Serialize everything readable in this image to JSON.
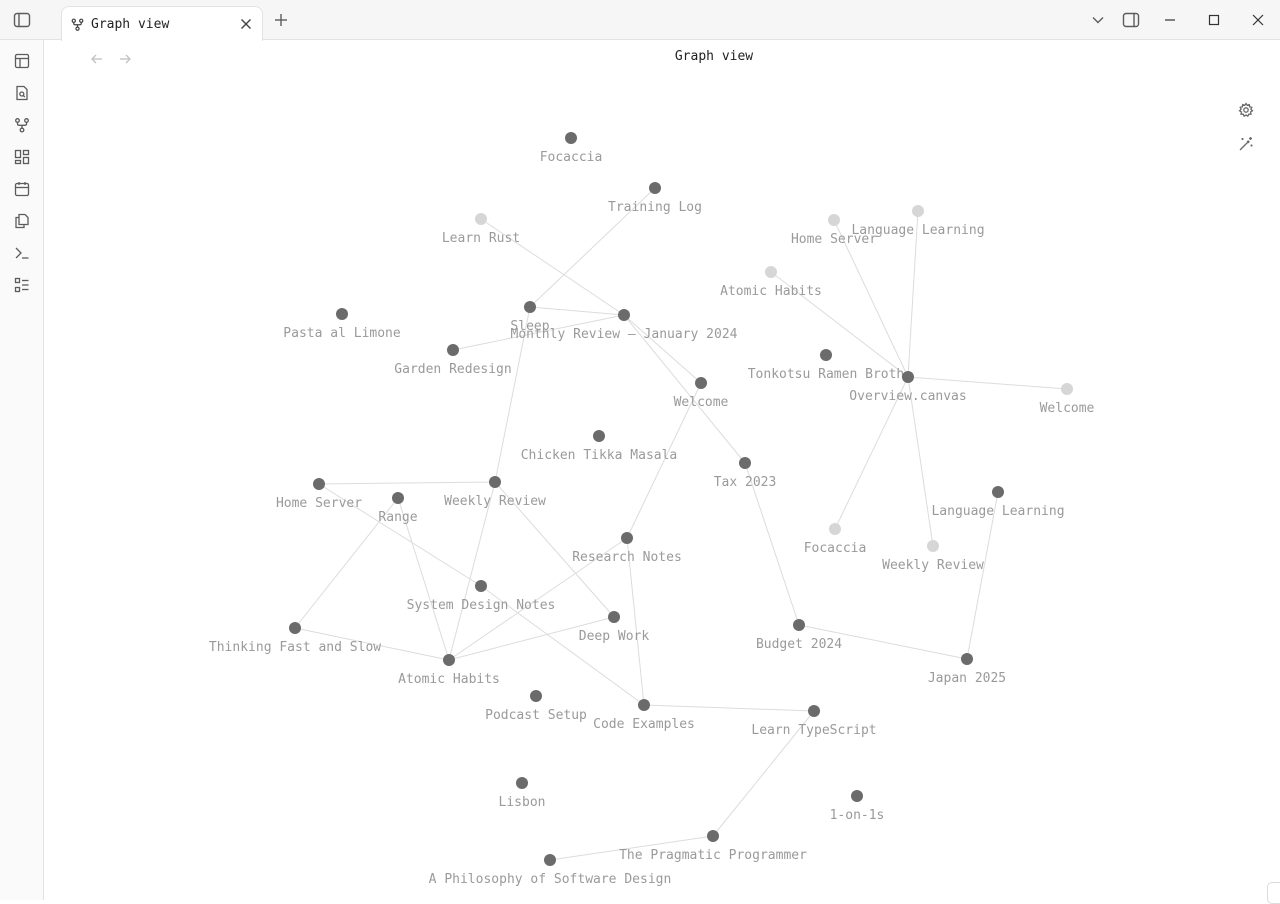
{
  "tab": {
    "label": "Graph view",
    "icon": "git-fork-icon"
  },
  "view": {
    "title": "Graph view"
  },
  "ribbon": {
    "items": [
      {
        "name": "ribbon-layout-icon"
      },
      {
        "name": "ribbon-file-search-icon"
      },
      {
        "name": "ribbon-graph-icon"
      },
      {
        "name": "ribbon-dashboard-icon"
      },
      {
        "name": "ribbon-calendar-icon"
      },
      {
        "name": "ribbon-copy-files-icon"
      },
      {
        "name": "ribbon-terminal-icon"
      },
      {
        "name": "ribbon-list-icon"
      }
    ]
  },
  "colors": {
    "node": "#6b6b6b",
    "node_faded": "#d6d6d6",
    "edge": "#dcdcdc",
    "label": "#9a9a9a"
  },
  "graph": {
    "nodes": [
      {
        "label": "Focaccia"
      },
      {
        "label": "Training Log"
      },
      {
        "label": "Learn Rust",
        "faded": true
      },
      {
        "label": "Home Server",
        "faded": true
      },
      {
        "label": "Language Learning",
        "faded": true
      },
      {
        "label": "Atomic Habits",
        "faded": true
      },
      {
        "label": "Sleep"
      },
      {
        "label": "Monthly Review — January 2024"
      },
      {
        "label": "Pasta al Limone"
      },
      {
        "label": "Garden Redesign"
      },
      {
        "label": "Tonkotsu Ramen Broth"
      },
      {
        "label": "Overview.canvas"
      },
      {
        "label": "Welcome"
      },
      {
        "label": "Welcome",
        "faded": true
      },
      {
        "label": "Chicken Tikka Masala"
      },
      {
        "label": "Tax 2023"
      },
      {
        "label": "Home Server"
      },
      {
        "label": "Range"
      },
      {
        "label": "Weekly Review"
      },
      {
        "label": "Language Learning"
      },
      {
        "label": "Focaccia",
        "faded": true
      },
      {
        "label": "Weekly Review",
        "faded": true
      },
      {
        "label": "Research Notes"
      },
      {
        "label": "System Design Notes"
      },
      {
        "label": "Deep Work"
      },
      {
        "label": "Thinking Fast and Slow"
      },
      {
        "label": "Budget 2024"
      },
      {
        "label": "Atomic Habits"
      },
      {
        "label": "Japan 2025"
      },
      {
        "label": "Podcast Setup"
      },
      {
        "label": "Code Examples"
      },
      {
        "label": "Learn TypeScript"
      },
      {
        "label": "Lisbon"
      },
      {
        "label": "1-on-1s"
      },
      {
        "label": "The Pragmatic Programmer"
      },
      {
        "label": "A Philosophy of Software Design"
      }
    ],
    "edges": [
      [
        1,
        6
      ],
      [
        2,
        7
      ],
      [
        6,
        7
      ],
      [
        9,
        7
      ],
      [
        7,
        15
      ],
      [
        7,
        12
      ],
      [
        12,
        22
      ],
      [
        3,
        11
      ],
      [
        4,
        11
      ],
      [
        5,
        11
      ],
      [
        11,
        13
      ],
      [
        11,
        20
      ],
      [
        11,
        21
      ],
      [
        16,
        18
      ],
      [
        16,
        23
      ],
      [
        23,
        30
      ],
      [
        18,
        24
      ],
      [
        18,
        27
      ],
      [
        18,
        6
      ],
      [
        17,
        25
      ],
      [
        17,
        27
      ],
      [
        25,
        27
      ],
      [
        27,
        24
      ],
      [
        27,
        22
      ],
      [
        22,
        30
      ],
      [
        30,
        31
      ],
      [
        31,
        34
      ],
      [
        34,
        35
      ],
      [
        15,
        26
      ],
      [
        26,
        28
      ],
      [
        28,
        19
      ]
    ]
  }
}
